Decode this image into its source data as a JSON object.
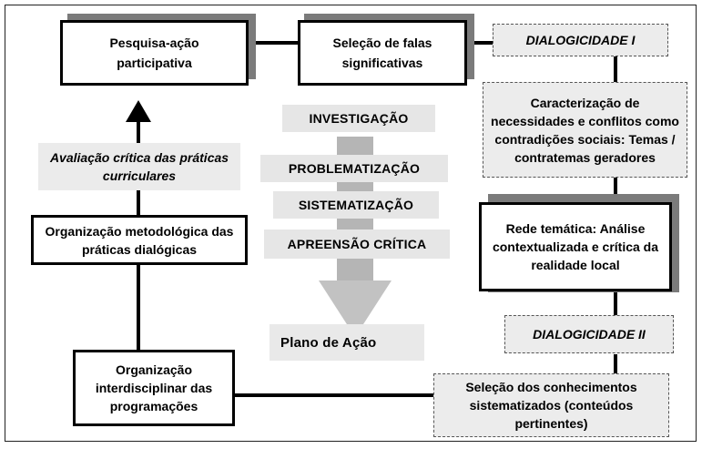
{
  "boxes": {
    "pesquisa": "Pesquisa-ação participativa",
    "selecao_falas": "Seleção de falas significativas",
    "dialogicidade_1": "DIALOGICIDADE I",
    "caracterizacao": "Caracterização de necessidades e conflitos como contradições sociais: Temas / contratemas geradores",
    "rede_tematica": "Rede temática: Análise contextualizada e crítica da realidade local",
    "dialogicidade_2": "DIALOGICIDADE II",
    "selecao_conhecimentos": "Seleção dos conhecimentos sistematizados (conteúdos pertinentes)",
    "organizacao_interdisciplinar": "Organização interdisciplinar das programações",
    "organizacao_metodologica": "Organização metodológica das práticas dialógicas",
    "avaliacao": "Avaliação crítica das práticas curriculares"
  },
  "stages": [
    "INVESTIGAÇÃO",
    "PROBLEMATIZAÇÃO",
    "SISTEMATIZAÇÃO",
    "APREENSÃO CRÍTICA"
  ],
  "plano": "Plano de Ação",
  "colors": {
    "line": "#000000",
    "shadow": "#7b7b7b",
    "stage_fill": "#e6e6e6",
    "arrow_fill": "#bdbdbd",
    "dashed_fill": "#ececec"
  }
}
